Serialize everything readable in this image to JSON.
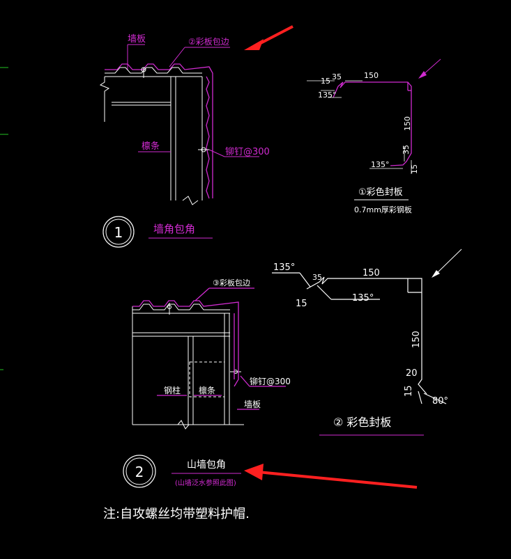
{
  "colors": {
    "background": "#000000",
    "magenta": "#d12bd1",
    "white": "#ffffff",
    "red": "#ff2020",
    "green": "#22c422"
  },
  "detail1": {
    "number": "1",
    "title": "墙角包角",
    "label_wall_panel": "墙板",
    "label_trim": "②彩板包边",
    "label_purlin": "檩条",
    "label_rivet": "铆钉@300"
  },
  "trim1": {
    "title": "①彩色封板",
    "subtitle": "0.7mm厚彩钢板",
    "dim_15": "15",
    "dim_35": "35",
    "dim_150_top": "150",
    "dim_135_top": "135°",
    "dim_150_side": "150",
    "dim_35_side": "35",
    "dim_135_bottom": "135°",
    "dim_15_bottom": "15"
  },
  "detail2": {
    "number": "2",
    "title": "山墙包角",
    "subtitle": "(山墙泛水参照此图)",
    "label_trim": "③彩板包边",
    "label_column": "钢柱",
    "label_purlin": "檩条",
    "label_rivet": "铆钉@300",
    "label_wall_panel": "墙板"
  },
  "trim2": {
    "title": "② 彩色封板",
    "dim_135_left": "135°",
    "dim_35": "35",
    "dim_15": "15",
    "dim_150_top": "150",
    "dim_135_inner": "135°",
    "dim_150_side": "150",
    "dim_20": "20",
    "dim_15_bottom": "15",
    "dim_80": "80°"
  },
  "note": "注:自攻螺丝均带塑料护帽."
}
